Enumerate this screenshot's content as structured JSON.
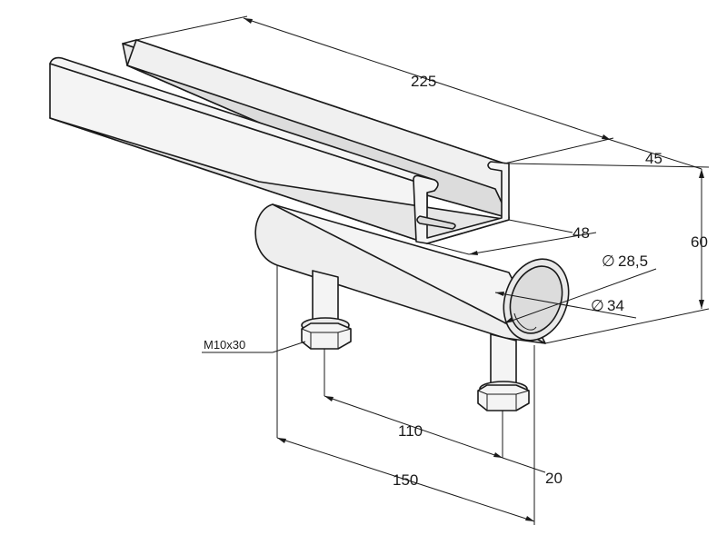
{
  "dimensions": {
    "length": "225",
    "channel_height": "45",
    "overall_height": "60",
    "channel_width": "48",
    "inner_diameter": "28,5",
    "outer_diameter": "34",
    "bolt_spec": "M10x30",
    "bolt_spacing": "110",
    "bolt_offset": "20",
    "tube_length": "150"
  },
  "symbols": {
    "diameter": "∅"
  }
}
